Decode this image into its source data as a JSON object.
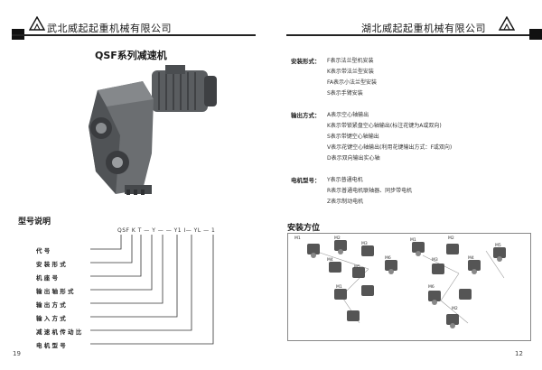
{
  "header": {
    "left_company": "武北威起起重机械有限公司",
    "right_company": "湖北威起起重机械有限公司",
    "logo_icon": "mountain-triangle-logo"
  },
  "left": {
    "product_title": "QSF系列减速机",
    "model_title": "型号说明",
    "model_code": "QSF  K  T  —  Y — — Y1  I— YL  — 1",
    "model_labels": [
      "代    号",
      "安  装  形  式",
      "机    座    号",
      "输  出  轴  形  式",
      "输  出  方  式",
      "输  入  方  式",
      "减  速  机  传  动  比",
      "电  机  型  号"
    ],
    "page_number": "19"
  },
  "right": {
    "install_section": {
      "heading": "安装形式：",
      "lines": [
        "F表示法兰型机安装",
        "K表示带法兰型安装",
        "FA表示小法兰型安装",
        "S表示手臂安装"
      ]
    },
    "output_section": {
      "heading": "输出方式：",
      "lines": [
        "A表示空心轴输出",
        "K表示带锁紧盘空心轴输出(标注花键为A或双向)",
        "S表示带键空心轴输出",
        "V表示花键空心轴输出(利用花键输出方式：F或双向)",
        "D表示双向输出实心轴"
      ]
    },
    "motor_section": {
      "heading": "电机型号：",
      "lines": [
        "Y表示普通电机",
        "R表示普通电机联轴器、同步带电机",
        "Z表示制动电机"
      ]
    },
    "position_title": "安装方位",
    "position_labels": [
      "M1",
      "M2",
      "M3",
      "M4",
      "M5",
      "M6",
      "M1",
      "M2",
      "M3",
      "M4",
      "M5",
      "M6",
      "M1",
      "M2"
    ],
    "page_number": "12"
  }
}
